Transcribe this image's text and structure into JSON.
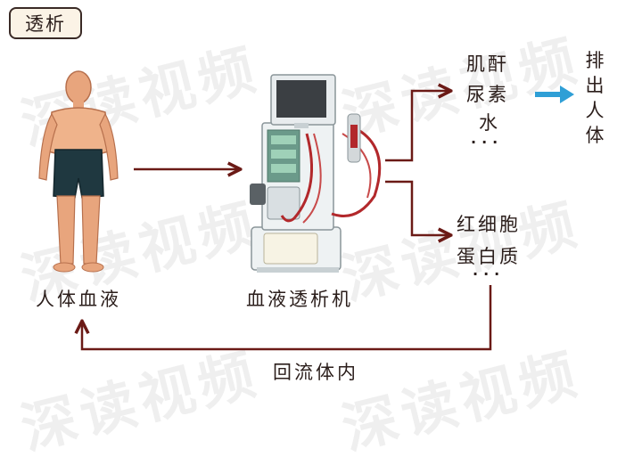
{
  "tag": "透析",
  "human_label": "人体血液",
  "machine_label": "血液透析机",
  "waste_line1": "肌酐",
  "waste_line2": "尿素",
  "waste_line3": "水",
  "waste_dots": "···",
  "keep_line1": "红细胞",
  "keep_line2": "蛋白质",
  "keep_dots": "···",
  "excrete": "排出人体",
  "return_label": "回流体内",
  "watermark": "深读视频",
  "colors": {
    "arrow": "#6b1a16",
    "accent_arrow": "#2f9fd6",
    "text": "#2b1e1b",
    "tag_bg": "#fbf3e6"
  }
}
